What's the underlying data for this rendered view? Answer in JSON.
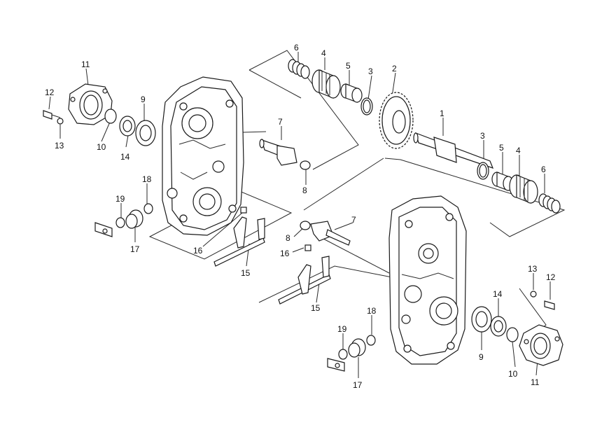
{
  "callouts": {
    "upper": {
      "n6": "6",
      "n4": "4",
      "n5": "5",
      "n3": "3",
      "n2": "2",
      "n1": "1",
      "n3b": "3",
      "n5b": "5",
      "n4b": "4",
      "n6b": "6",
      "n7": "7",
      "n8": "8",
      "n11": "11",
      "n12": "12",
      "n13": "13",
      "n9": "9",
      "n10": "10",
      "n14": "14",
      "n18": "18",
      "n19": "19",
      "n17": "17",
      "n16": "16",
      "n15": "15"
    },
    "lower": {
      "n8": "8",
      "n7": "7",
      "n16": "16",
      "n15": "15",
      "n13": "13",
      "n12": "12",
      "n14": "14",
      "n9": "9",
      "n10": "10",
      "n11": "11",
      "n18": "18",
      "n19": "19",
      "n17": "17"
    }
  },
  "colors": {
    "line": "#1a1a1a",
    "background": "#ffffff"
  }
}
